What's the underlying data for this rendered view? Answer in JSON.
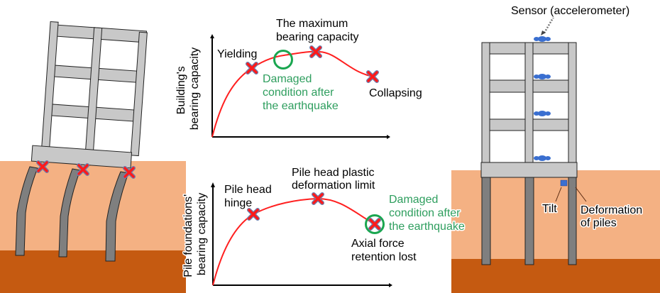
{
  "colors": {
    "soil_upper": "#f4b183",
    "soil_lower": "#c55a11",
    "frame": "#c8c8c8",
    "pile": "#7f7f7f",
    "curve": "#ff2020",
    "marker": "#ff1a1a",
    "damage_circle": "#1aa650",
    "damage_text": "#2e9e5e",
    "sensor": "#3a6fd0"
  },
  "top_chart": {
    "ylabel": [
      "Building's",
      "bearing capacity"
    ],
    "points": {
      "max": [
        "The maximum",
        "bearing capacity"
      ],
      "yield": "Yielding",
      "damaged": [
        "Damaged",
        "condition after",
        "the earthquake"
      ],
      "collapse": "Collapsing"
    }
  },
  "bottom_chart": {
    "ylabel": [
      "Pile foundations'",
      "bearing capacity"
    ],
    "points": {
      "plastic": [
        "Pile head plastic",
        "deformation limit"
      ],
      "hinge": [
        "Pile head",
        "hinge"
      ],
      "damaged": [
        "Damaged",
        "condition after",
        "the earthquake"
      ],
      "axial": [
        "Axial force",
        "retention lost"
      ]
    }
  },
  "right_building": {
    "sensor_label": "Sensor (accelerometer)",
    "tilt_label": "Tilt",
    "deformation_label": [
      "Deformation",
      "of piles"
    ]
  }
}
